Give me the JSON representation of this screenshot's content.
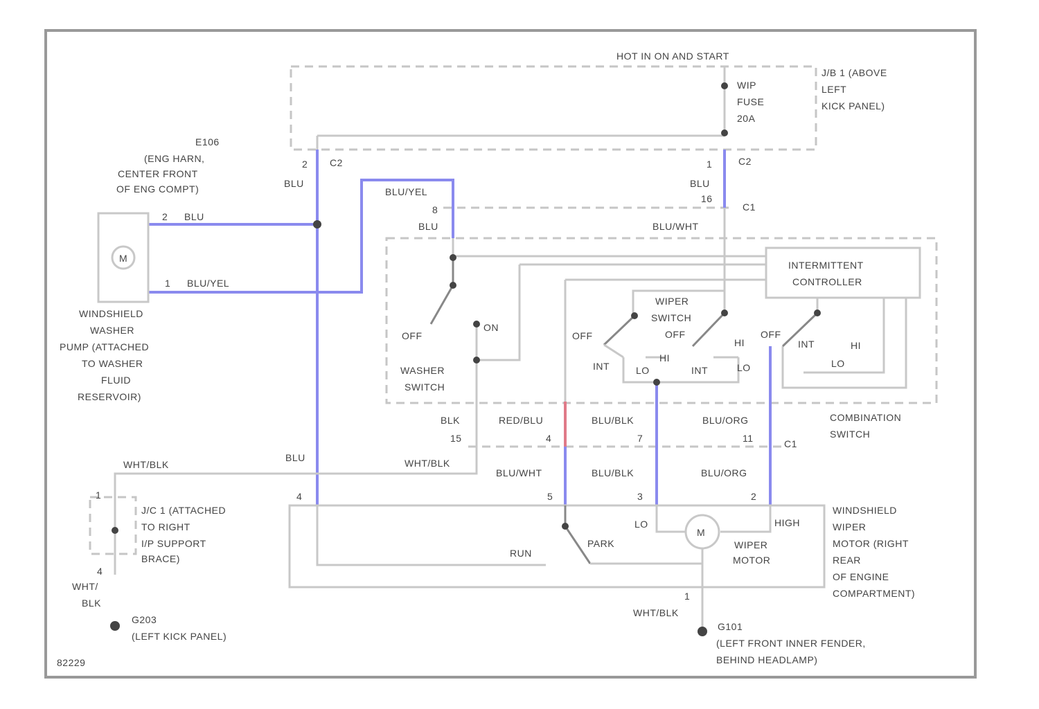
{
  "labels": {
    "hot": "HOT IN ON AND START",
    "jb_1": "J/B 1 (ABOVE",
    "jb_2": "LEFT",
    "jb_3": "KICK PANEL)",
    "fuse_1": "WIP",
    "fuse_2": "FUSE",
    "fuse_3": "20A",
    "c2_left": "C2",
    "c2_right": "C2",
    "pin2": "2",
    "pin1_top": "1",
    "blu_top_left": "BLU",
    "blu_top_right": "BLU",
    "pin16": "16",
    "c1_top": "C1",
    "e106_1": "E106",
    "e106_2": "(ENG HARN,",
    "e106_3": "CENTER FRONT",
    "e106_4": "OF ENG COMPT)",
    "bluyel_top": "BLU/YEL",
    "pin8": "8",
    "blu_mid": "BLU",
    "bluwht_top": "BLU/WHT",
    "pump_pin2": "2",
    "pump_blu": "BLU",
    "pump_pin1": "1",
    "pump_bluyel": "BLU/YEL",
    "pump_m": "M",
    "pump_1": "WINDSHIELD",
    "pump_2": "WASHER",
    "pump_3": "PUMP (ATTACHED",
    "pump_4": "TO WASHER",
    "pump_5": "FLUID",
    "pump_6": "RESERVOIR)",
    "ic_1": "INTERMITTENT",
    "ic_2": "CONTROLLER",
    "ws_1": "WIPER",
    "ws_2": "SWITCH",
    "off_washer": "OFF",
    "on_washer": "ON",
    "washer_1": "WASHER",
    "washer_2": "SWITCH",
    "off_a": "OFF",
    "int_a": "INT",
    "lo_a": "LO",
    "hi_a": "HI",
    "off_b": "OFF",
    "int_b": "INT",
    "lo_b": "LO",
    "hi_b": "HI",
    "off_c": "OFF",
    "int_c": "INT",
    "lo_c": "LO",
    "hi_c": "HI",
    "blk_mid": "BLK",
    "pin15": "15",
    "redblu": "RED/BLU",
    "pin4": "4",
    "blublk_mid": "BLU/BLK",
    "pin7": "7",
    "bluorg_mid": "BLU/ORG",
    "pin11": "11",
    "c1_bot": "C1",
    "comb_1": "COMBINATION",
    "comb_2": "SWITCH",
    "whtblk_left": "WHT/BLK",
    "blu_lower": "BLU",
    "whtblk_mid": "WHT/BLK",
    "bluwht_low": "BLU/WHT",
    "blublk_low": "BLU/BLK",
    "bluorg_low": "BLU/ORG",
    "jc_pin1": "1",
    "jc_1": "J/C 1 (ATTACHED",
    "jc_2": "TO RIGHT",
    "jc_3": "I/P SUPPORT",
    "jc_4": "BRACE)",
    "motor_pin4": "4",
    "motor_pin5": "5",
    "motor_pin3": "3",
    "motor_pin2": "2",
    "lo_motor": "LO",
    "high_motor": "HIGH",
    "motor_m": "M",
    "wm_1": "WIPER",
    "wm_2": "MOTOR",
    "run": "RUN",
    "park": "PARK",
    "wsm_1": "WINDSHIELD",
    "wsm_2": "WIPER",
    "wsm_3": "MOTOR (RIGHT",
    "wsm_4": "REAR",
    "wsm_5": "OF ENGINE",
    "wsm_6": "COMPARTMENT)",
    "g_pin4": "4",
    "g_wht": "WHT/",
    "g_blk": "BLK",
    "g203_1": "G203",
    "g203_2": "(LEFT KICK PANEL)",
    "motor_pin1": "1",
    "whtblk_gnd": "WHT/BLK",
    "g101_1": "G101",
    "g101_2": "(LEFT FRONT INNER FENDER,",
    "g101_3": "BEHIND HEADLAMP)",
    "code": "82229"
  }
}
